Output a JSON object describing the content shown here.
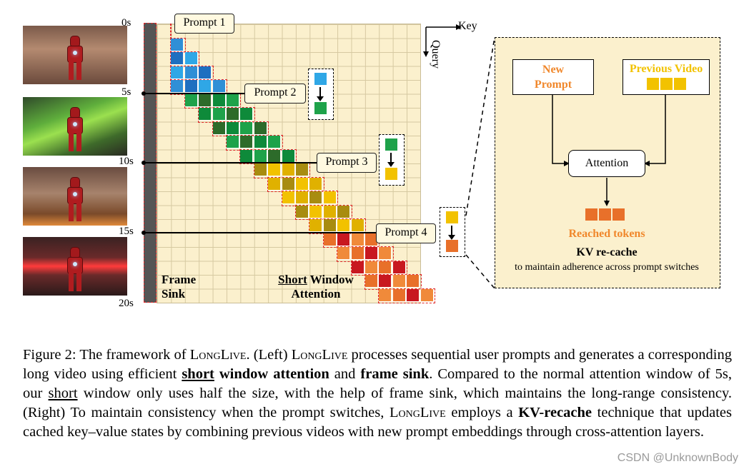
{
  "time_labels": [
    "0s",
    "5s",
    "10s",
    "15s",
    "20s"
  ],
  "prompts": [
    "Prompt 1",
    "Prompt 2",
    "Prompt 3",
    "Prompt 4"
  ],
  "axis": {
    "key": "Key",
    "query": "Query"
  },
  "labels": {
    "frame_sink_line1": "Frame",
    "frame_sink_line2": "Sink",
    "short": "Short",
    "window": " Window",
    "attention": "Attention"
  },
  "right_panel": {
    "new_prompt_line1": "New",
    "new_prompt_line2": "Prompt",
    "previous_video": "Previous Video",
    "attention": "Attention",
    "recached_tokens": "Reached tokens",
    "title": "KV re-cache",
    "subtitle": "to maintain adherence across prompt switches"
  },
  "colors": {
    "prompt1": "#2f8fd6",
    "prompt2": "#1ea24a",
    "prompt3": "#f2c200",
    "prompt4": "#e8702a",
    "sink": "#555555",
    "grid_bg": "#fbf0cd",
    "dash_red": "#e0282a",
    "orange": "#f0872b"
  },
  "caption": {
    "fig": "Figure 2: The framework of ",
    "name": "LongLive",
    "p1": ". (Left) ",
    "p2": " processes sequential user prompts and generates a corresponding long video using efficient ",
    "short_bold": "short",
    "p3": " window attention",
    "p4": " and ",
    "frame_sink": "frame sink",
    "p5": ". Compared to the normal attention window of 5s, our ",
    "short_ul": "short",
    "p6": " window only uses half the size, with the help of frame sink, which maintains the long-range consistency. (Right) To maintain consistency when the prompt switches, ",
    "p7": " employs a ",
    "kv": "KV-recache",
    "p8": " technique that updates cached key–value states by combining previous videos with new prompt embeddings through cross-attention layers."
  },
  "watermark": "CSDN @UnknownBody"
}
